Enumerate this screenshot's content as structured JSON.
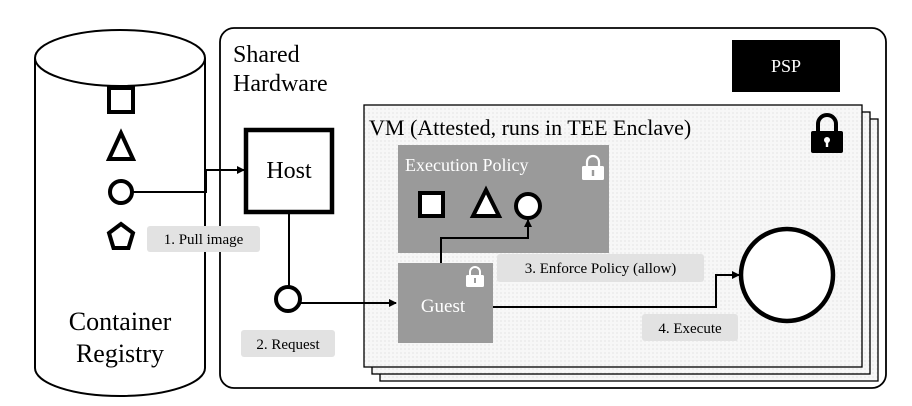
{
  "registry": {
    "label_line1": "Container",
    "label_line2": "Registry",
    "shapes": [
      "square-icon",
      "triangle-icon",
      "circle-icon",
      "pentagon-icon"
    ]
  },
  "shared_hardware": {
    "label_line1": "Shared",
    "label_line2": "Hardware"
  },
  "psp": {
    "label": "PSP"
  },
  "host": {
    "label": "Host"
  },
  "vm": {
    "title": "VM (Attested, runs in TEE Enclave)"
  },
  "execution_policy": {
    "title": "Execution Policy",
    "shapes": [
      "square-icon",
      "triangle-icon",
      "circle-icon"
    ]
  },
  "guest": {
    "label": "Guest"
  },
  "steps": {
    "pull_image": "1. Pull image",
    "request": "2. Request",
    "enforce_policy": "3. Enforce Policy (allow)",
    "execute": "4. Execute"
  },
  "colors": {
    "stroke": "#000000",
    "policy_fill": "#9a9a9a",
    "guest_fill": "#9a9a9a",
    "step_label_fill": "#e2e2e2",
    "psp_fill": "#000000",
    "vm_fill": "#f5f5f5"
  }
}
